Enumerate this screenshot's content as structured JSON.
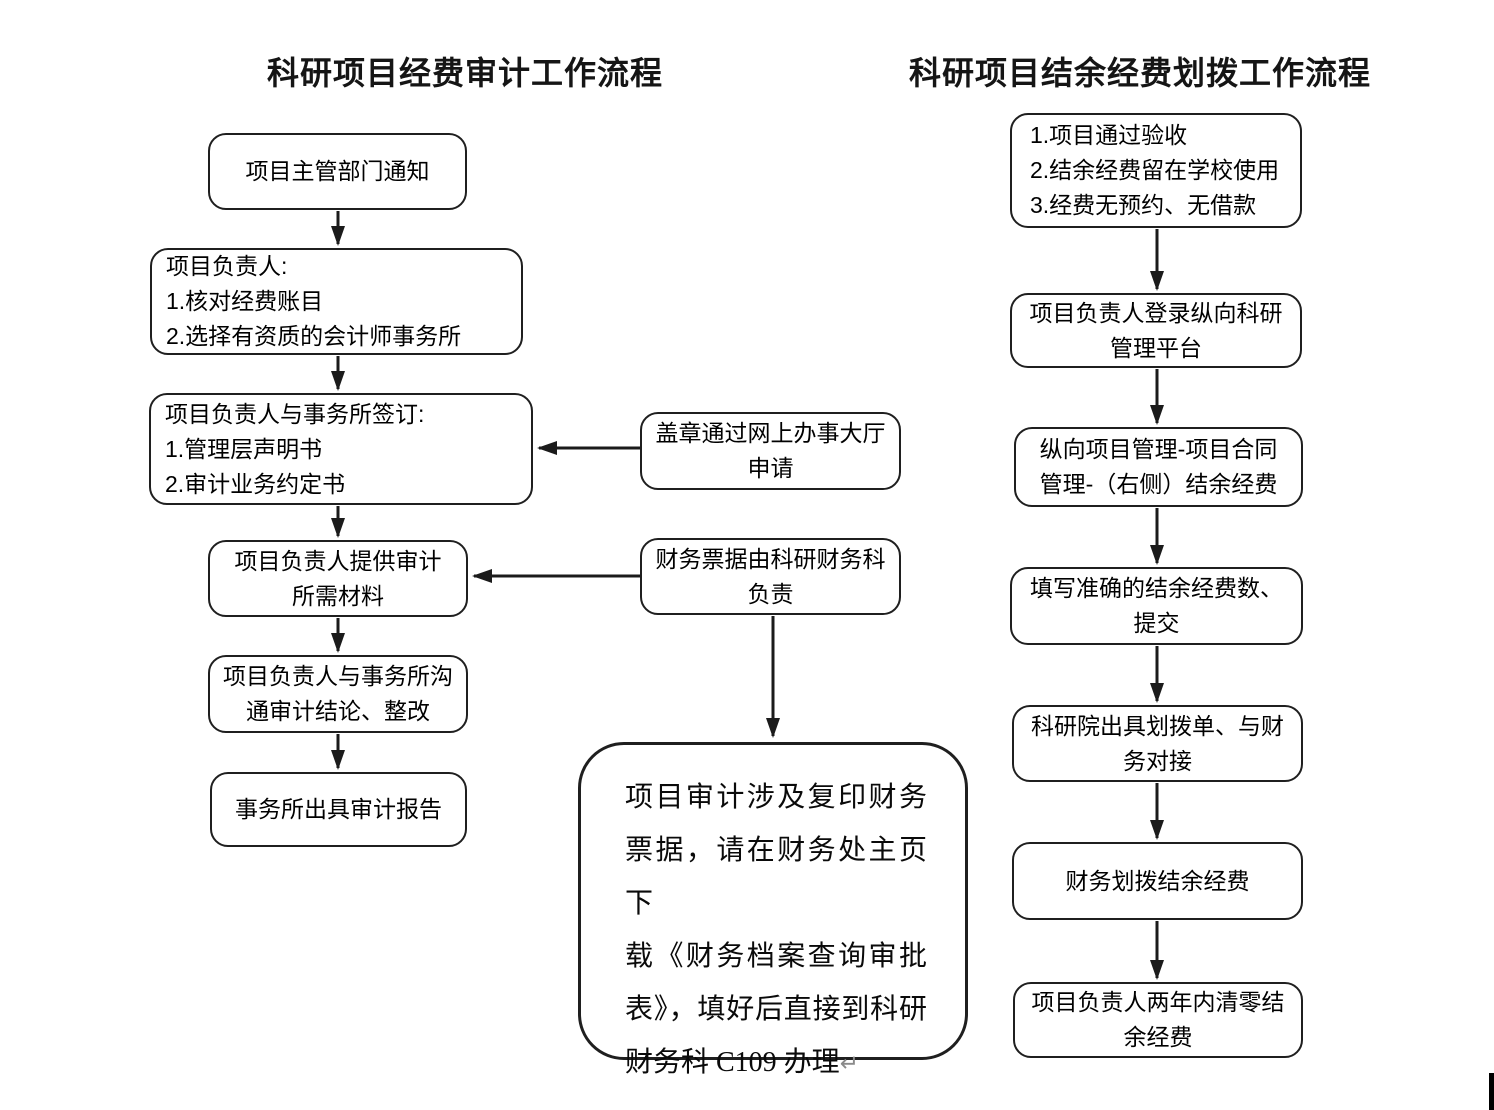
{
  "left_flow": {
    "title": "科研项目经费审计工作流程",
    "boxes": [
      {
        "id": "notify",
        "lines": [
          "项目主管部门通知"
        ]
      },
      {
        "id": "leader-prep",
        "lines": [
          "项目负责人:",
          "1.核对经费账目",
          "2.选择有资质的会计师事务所"
        ]
      },
      {
        "id": "sign",
        "lines": [
          "项目负责人与事务所签订:",
          "1.管理层声明书",
          "2.审计业务约定书"
        ]
      },
      {
        "id": "materials",
        "lines": [
          "项目负责人提供审计",
          "所需材料"
        ]
      },
      {
        "id": "communicate",
        "lines": [
          "项目负责人与事务所沟",
          "通审计结论、整改"
        ]
      },
      {
        "id": "report",
        "lines": [
          "事务所出具审计报告"
        ]
      }
    ]
  },
  "middle": {
    "boxes": [
      {
        "id": "seal",
        "lines": [
          "盖章通过网上办事大厅",
          "申请"
        ]
      },
      {
        "id": "invoice",
        "lines": [
          "财务票据由科研财务科",
          "负责"
        ]
      }
    ],
    "note": {
      "lines": [
        "项目审计涉及复印财务",
        "票据，请在财务处主页下",
        "载《财务档案查询审批",
        "表》，填好后直接到科研",
        "财务科 C109 办理"
      ],
      "return_mark": "↵"
    }
  },
  "right_flow": {
    "title": "科研项目结余经费划拨工作流程",
    "boxes": [
      {
        "id": "conditions",
        "lines": [
          "1.项目通过验收",
          "2.结余经费留在学校使用",
          "3.经费无预约、无借款"
        ]
      },
      {
        "id": "login",
        "lines": [
          "项目负责人登录纵向科研",
          "管理平台"
        ]
      },
      {
        "id": "menu-path",
        "lines": [
          "纵向项目管理-项目合同",
          "管理-（右侧）结余经费"
        ]
      },
      {
        "id": "fill-submit",
        "lines": [
          "填写准确的结余经费数、",
          "提交"
        ]
      },
      {
        "id": "issue-form",
        "lines": [
          "科研院出具划拨单、与财",
          "务对接"
        ]
      },
      {
        "id": "transfer",
        "lines": [
          "财务划拨结余经费"
        ]
      },
      {
        "id": "clear-funds",
        "lines": [
          "项目负责人两年内清零结",
          "余经费"
        ]
      }
    ]
  }
}
